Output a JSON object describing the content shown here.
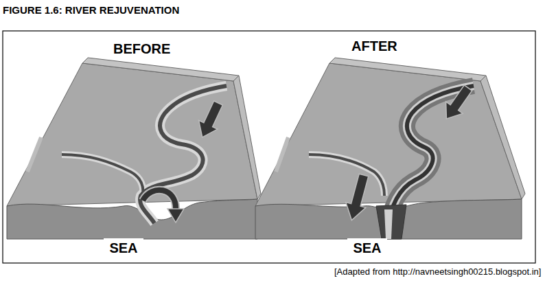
{
  "diagram": {
    "title": "FIGURE 1.6: RIVER REJUVENATION",
    "caption": "[Adapted from http://navneetsingh00215.blogspot.in]",
    "nodes": [
      {
        "text": [
          "SEA"
        ]
      },
      {
        "text": [
          "SEA"
        ]
      }
    ],
    "labels": [
      "BEFORE",
      "AFTER"
    ]
  }
}
